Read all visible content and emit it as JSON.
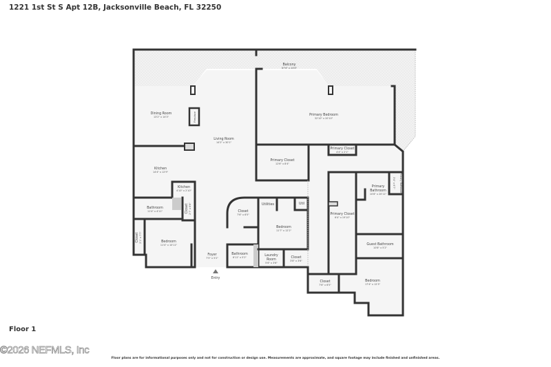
{
  "header": {
    "title": "1221 1st St S Apt 12B, Jacksonville Beach, FL 32250"
  },
  "floor_label": "Floor 1",
  "copyright": "©2026 NEFMLS, Inc",
  "disclaimer": "Floor plans are for informational purposes only and not for construction or design use. Measurements are approximate, and square footage may include finished and unfinished areas.",
  "entry_label": "Entry",
  "fireplace_label": "Fireplace",
  "colors": {
    "wall": "#333333",
    "floor": "#f4f4f4",
    "balcony": "#ececec"
  },
  "rooms": {
    "balcony": {
      "name": "Balcony",
      "dims": "67'6\" x 24'6\""
    },
    "dining": {
      "name": "Dining Room",
      "dims": "13'2\" x 14'3\""
    },
    "living": {
      "name": "Living Room",
      "dims": "14'2\" x 30'1\""
    },
    "kitchen": {
      "name": "Kitchen",
      "dims": "14'4\" x 12'9\""
    },
    "kitchen2": {
      "name": "Kitchen",
      "dims": "4'10\" x 2'10\""
    },
    "bath1": {
      "name": "Bathroom",
      "dims": "11'4\" x 4'11\""
    },
    "closet_v1": {
      "name": "Closet",
      "dims": "2'7\" x 6'6\""
    },
    "closet_v2": {
      "name": "Closet",
      "dims": "2'1\" x 7'7\""
    },
    "bedroom1": {
      "name": "Bedroom",
      "dims": "11'4\" x 10'11\""
    },
    "foyer": {
      "name": "Foyer",
      "dims": "7'5\" x 5'2\""
    },
    "bath2": {
      "name": "Bathroom",
      "dims": "6'11\" x 5'2\""
    },
    "closet_round": {
      "name": "Closet",
      "dims": "7'6\" x 6'5\""
    },
    "utilities": {
      "name": "Utilities"
    },
    "util": {
      "name": "Util"
    },
    "bedroom2": {
      "name": "Bedroom",
      "dims": "11'7\" x 12'2\""
    },
    "laundry": {
      "name": "Laundry Room",
      "name1": "Laundry",
      "name2": "Room",
      "dims": "5'6\" x 3'6\""
    },
    "closet_small": {
      "name": "Closet",
      "dims": "3'8\" x 3'6\""
    },
    "primary_bedroom": {
      "name": "Primary Bedroom",
      "dims": "32'10\" x 20'10\""
    },
    "primary_closet1": {
      "name": "Primary Closet",
      "dims": "12'6\" x 8'4\""
    },
    "primary_closet2": {
      "name": "Primary Closet",
      "dims": "4'4\" x 2'1\""
    },
    "primary_bath": {
      "name": "Primary Bathroom",
      "name1": "Primary",
      "name2": "Bathroom",
      "dims": "10'8\" x 20'11\""
    },
    "primary_bath_small": {
      "name": "Primary Bathroom",
      "dims": "3'4\" x 6'7\""
    },
    "primary_closet3": {
      "name": "Primary Closet",
      "dims": "6'4\" x 19'10\""
    },
    "guest_bath": {
      "name": "Guest Bathroom",
      "dims": "10'8\" x 5'2\""
    },
    "closet_lower": {
      "name": "Closet",
      "dims": "7'6\" x 6'5\""
    },
    "bedroom3": {
      "name": "Bedroom",
      "dims": "17'4\" x 12'3\""
    }
  }
}
